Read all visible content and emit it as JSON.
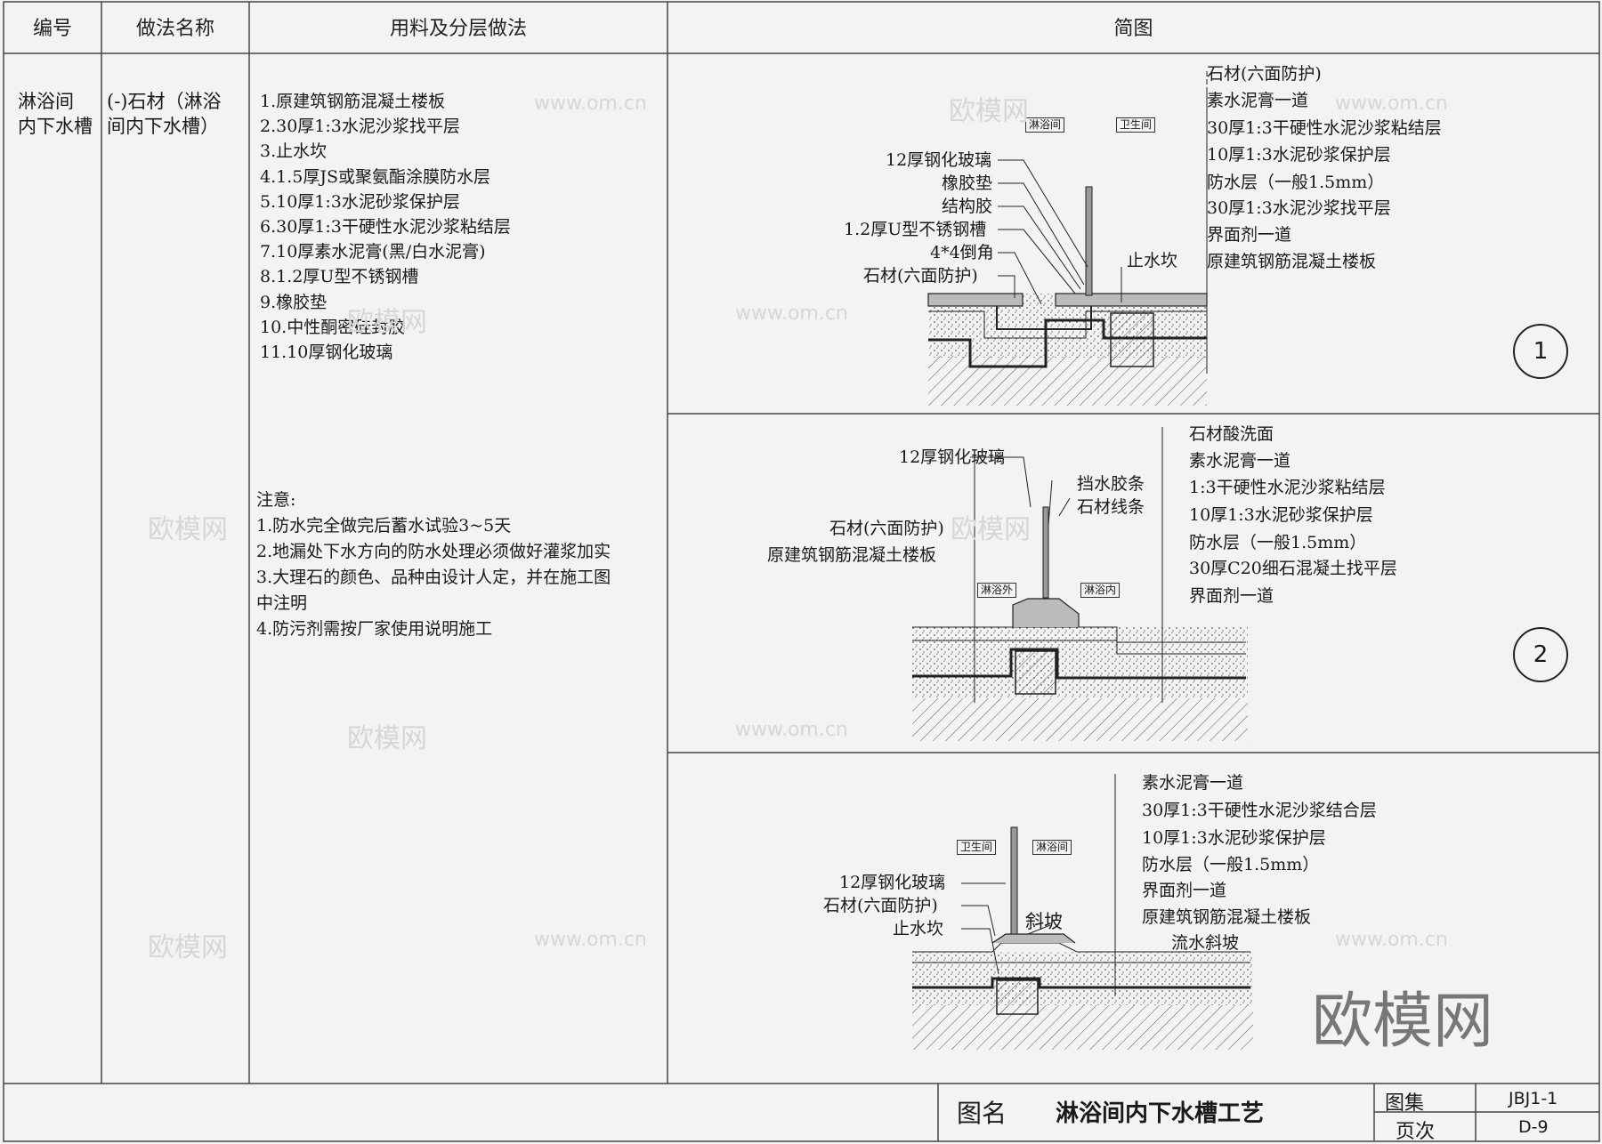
{
  "header": {
    "col_id": "编号",
    "col_name": "做法名称",
    "col_layers": "用料及分层做法",
    "col_diagram": "简图"
  },
  "row": {
    "id_line1": "淋浴间",
    "id_line2": "内下水槽",
    "name_line1": "(-)石材（淋浴",
    "name_line2": "间内下水槽）",
    "layers": [
      "1.原建筑钢筋混凝土楼板",
      "2.30厚1:3水泥沙浆找平层",
      "3.止水坎",
      "4.1.5厚JS或聚氨酯涂膜防水层",
      "5.10厚1:3水泥砂浆保护层",
      "6.30厚1:3干硬性水泥沙浆粘结层",
      "7.10厚素水泥膏(黑/白水泥膏)",
      "8.1.2厚U型不锈钢槽",
      "9.橡胶垫",
      "10.中性酮密硅封胶",
      "11.10厚钢化玻璃"
    ],
    "notes_title": "注意:",
    "notes": [
      "1.防水完全做完后蓄水试验3~5天",
      "2.地漏处下水方向的防水处理必须做好灌浆加实",
      "3.大理石的颜色、品种由设计人定，并在施工图",
      "中注明",
      "4.防污剂需按厂家使用说明施工"
    ]
  },
  "diagram1": {
    "number": "1",
    "tag_left": "淋浴间",
    "tag_right": "卫生间",
    "left_labels": [
      "12厚钢化玻璃",
      "橡胶垫",
      "结构胶",
      "1.2厚U型不锈钢槽",
      "4*4倒角",
      "石材(六面防护)"
    ],
    "mid_label": "止水坎",
    "right_labels": [
      "石材(六面防护)",
      "素水泥膏一道",
      "30厚1:3干硬性水泥沙浆粘结层",
      "10厚1:3水泥砂浆保护层",
      "防水层（一般1.5mm）",
      "30厚1:3水泥沙浆找平层",
      "界面剂一道",
      "原建筑钢筋混凝土楼板"
    ]
  },
  "diagram2": {
    "number": "2",
    "tag_left": "淋浴外",
    "tag_right": "淋浴内",
    "left_labels": [
      "12厚钢化玻璃",
      "石材(六面防护)",
      "原建筑钢筋混凝土楼板"
    ],
    "mid_labels": [
      "挡水胶条",
      "石材线条"
    ],
    "right_labels": [
      "石材酸洗面",
      "素水泥膏一道",
      "1:3干硬性水泥沙浆粘结层",
      "10厚1:3水泥砂浆保护层",
      "防水层（一般1.5mm）",
      "30厚C20细石混凝土找平层",
      "界面剂一道"
    ]
  },
  "diagram3": {
    "tag_left": "卫生间",
    "tag_right": "淋浴间",
    "left_labels": [
      "12厚钢化玻璃",
      "石材(六面防护)",
      "止水坎"
    ],
    "slope_label": "斜坡",
    "right_labels": [
      "素水泥膏一道",
      "30厚1:3干硬性水泥沙浆结合层",
      "10厚1:3水泥砂浆保护层",
      "防水层（一般1.5mm）",
      "界面剂一道",
      "原建筑钢筋混凝土楼板"
    ],
    "flow_label": "流水斜坡"
  },
  "title_block": {
    "name_label": "图名",
    "name_value": "淋浴间内下水槽工艺",
    "atlas_label": "图集",
    "atlas_value": "JBJ1-1",
    "page_label": "页次",
    "page_value": "D-9"
  },
  "watermarks": {
    "site": "www.om.cn",
    "brand": "欧模网"
  }
}
